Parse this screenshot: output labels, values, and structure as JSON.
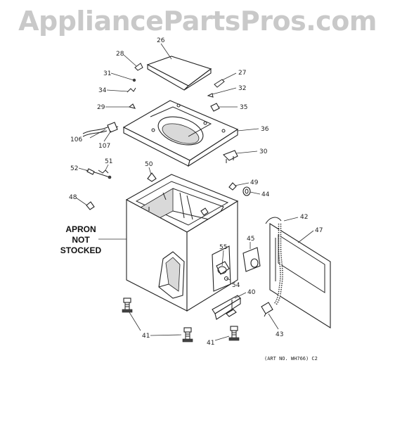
{
  "watermark": {
    "text": "AppliancePartsPros.com"
  },
  "note": {
    "line1": "APRON",
    "line2": "NOT",
    "line3": "STOCKED"
  },
  "art_number": "(ART NO. WH766) C2",
  "callouts": {
    "c26": "26",
    "c28": "28",
    "c31": "31",
    "c34": "34",
    "c29": "29",
    "c27": "27",
    "c32": "32",
    "c35": "35",
    "c36": "36",
    "c106": "106",
    "c107": "107",
    "c30": "30",
    "c52": "52",
    "c51": "51",
    "c50": "50",
    "c49": "49",
    "c44": "44",
    "c48": "48",
    "c42": "42",
    "c47": "47",
    "c45": "45",
    "c55": "55",
    "c54": "54",
    "c40": "40",
    "c43": "43",
    "c41a": "41",
    "c41b": "41"
  },
  "colors": {
    "watermark": "#c9c9c9",
    "line": "#222222",
    "background": "#ffffff"
  }
}
